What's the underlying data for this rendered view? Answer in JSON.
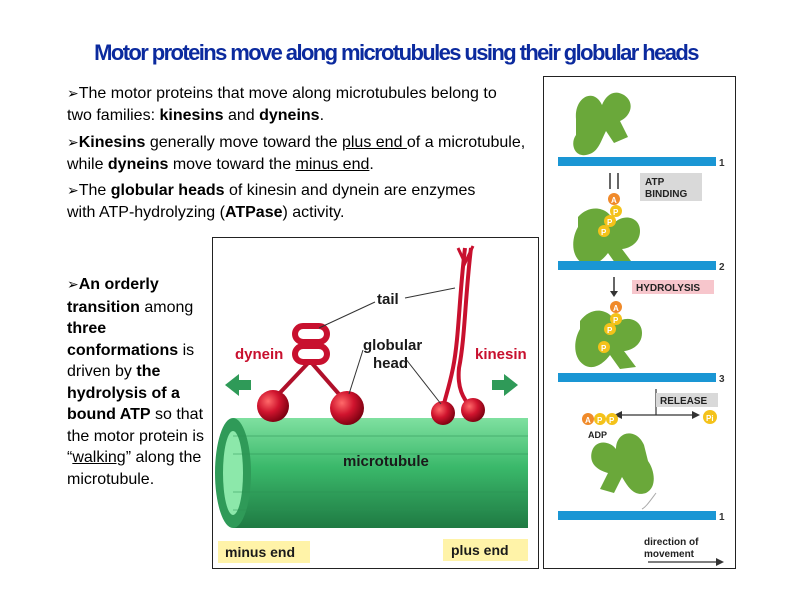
{
  "title": "Motor proteins move along microtubules using their globular  heads",
  "bullets": {
    "b1": {
      "s1": "The motor proteins that move along microtubules belong to two families: ",
      "k1": "kinesins",
      "s2": " and ",
      "k2": "dyneins",
      "s3": "."
    },
    "b2": {
      "k1": "Kinesins",
      "s1": " generally move toward the ",
      "u1": "plus end ",
      "s2": "of a microtubule, while ",
      "k2": "dyneins",
      "s3": " move toward the ",
      "u2": "minus end",
      "s4": "."
    },
    "b3": {
      "s1": "The ",
      "k1": "globular heads",
      "s2": " of kinesin and dynein are enzymes with ATP-hydrolyzing (",
      "k2": "ATPase",
      "s3": ") activity."
    },
    "b4": {
      "k1": "An orderly transition",
      "s1": " among ",
      "k2": "three conformations",
      "s2": " is driven by ",
      "k3": "the hydrolysis of a bound ATP",
      "s3": " so that the motor protein is “",
      "u1": "walking",
      "s4": "” along the microtubule."
    }
  },
  "diagram_left": {
    "tail": "tail",
    "globular_head_1": "globular",
    "globular_head_2": "head",
    "dynein": "dynein",
    "kinesin": "kinesin",
    "microtubule": "microtubule",
    "minus_end": "minus end",
    "plus_end": "plus end"
  },
  "diagram_right": {
    "step1": "1",
    "step2": "2",
    "step3": "3",
    "step4": "1",
    "atp_binding_1": "ATP",
    "atp_binding_2": "BINDING",
    "hydrolysis": "HYDROLYSIS",
    "release": "RELEASE",
    "a": "A",
    "p": "P",
    "pi": "Pi",
    "adp": "ADP",
    "direction_1": "direction of",
    "direction_2": "movement"
  },
  "colors": {
    "title": "#0b2a9e",
    "microtubule_green": "#3ab86a",
    "motor_red": "#c8102e",
    "label_red": "#c8102e",
    "protein_green": "#6aa83a",
    "track_blue": "#1a96d4",
    "phosphate_yellow": "#f4c21a",
    "atp_orange": "#f08a2a",
    "label_gray_bg": "#d9d9d9",
    "hydrolysis_pink": "#f7c6cc",
    "label_yellow_bg": "#fff3a8"
  }
}
